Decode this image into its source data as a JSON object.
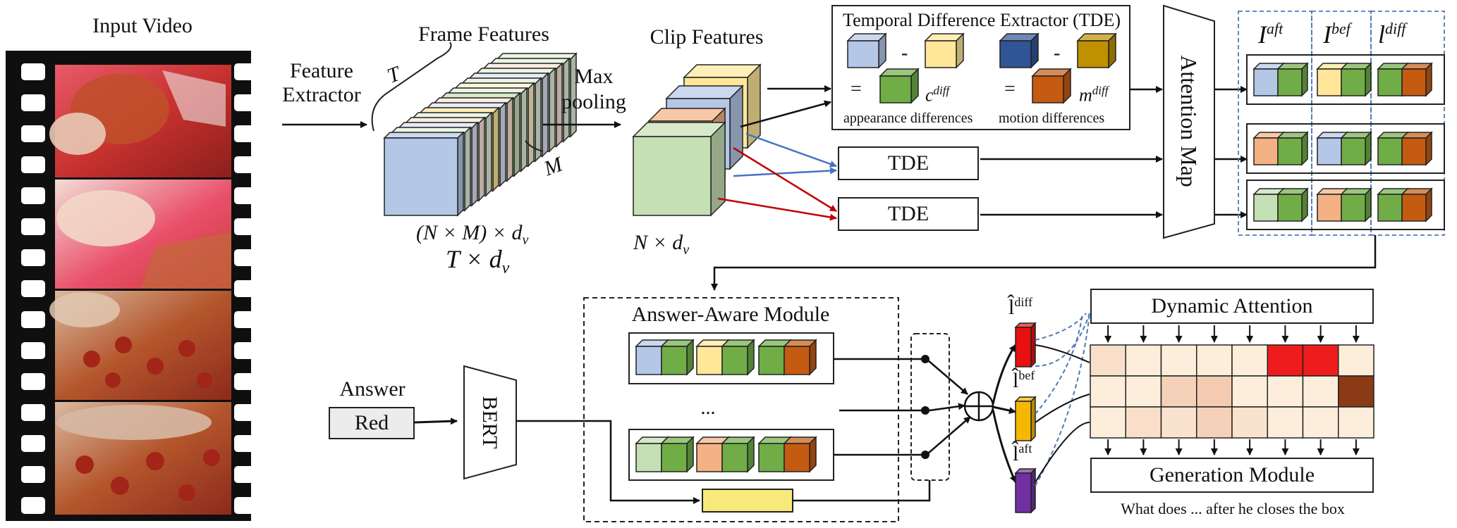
{
  "input_video": {
    "title": "Input Video"
  },
  "feature_extractor": {
    "line1": "Feature",
    "line2": "Extractor"
  },
  "frame_features": {
    "title": "Frame Features",
    "dim_t": "T",
    "dim_m": "M",
    "size1": "(N × M) × d",
    "size1_sub": "v",
    "size2": "T × d",
    "size2_sub": "v"
  },
  "max_pooling": {
    "line1": "Max",
    "line2": "pooling"
  },
  "clip_features": {
    "title": "Clip Features",
    "size": "N × d",
    "size_sub": "v"
  },
  "tde_panel": {
    "title": "Temporal Difference Extractor (TDE)",
    "minus": "-",
    "equals": "=",
    "c_diff": "c",
    "c_diff_sup": "diff",
    "m_diff": "m",
    "m_diff_sup": "diff",
    "appearance_label": "appearance differences",
    "motion_label": "motion differences"
  },
  "tde_boxes": [
    "TDE",
    "TDE"
  ],
  "attention_map": {
    "label": "Attention Map"
  },
  "output_columns": {
    "aft": {
      "base": "I",
      "sup": "aft"
    },
    "bef": {
      "base": "I",
      "sup": "bef"
    },
    "diff": {
      "base": "l",
      "sup": "diff"
    }
  },
  "answer": {
    "label": "Answer",
    "value": "Red"
  },
  "bert": {
    "label": "BERT"
  },
  "answer_aware": {
    "title": "Answer-Aware Module",
    "ellipsis": "..."
  },
  "feature_labels": {
    "l_diff": {
      "base": "l̂",
      "sup": "diff"
    },
    "l_bef": {
      "base": "l̂",
      "sup": "bef"
    },
    "l_aft": {
      "base": "l̂",
      "sup": "aft"
    }
  },
  "dynamic_attention": {
    "label": "Dynamic Attention"
  },
  "generation_module": {
    "label": "Generation Module"
  },
  "generated_text": "What does  ... after  he closes the box",
  "colors": {
    "blue_light": "#b4c7e7",
    "yellow_light": "#ffe699",
    "green": "#70ad47",
    "navy": "#2f5597",
    "gold": "#bf9000",
    "orange": "#c55a11",
    "salmon": "#f4b183",
    "mint": "#c5e0b4",
    "red": "#e81010",
    "amber": "#f5b800",
    "purple": "#7030a0",
    "bar_yellow": "#f8ea7a",
    "tde_blue_arrow": "#4472c4",
    "tde_red_arrow": "#c00000"
  },
  "heatmap": {
    "rows": 3,
    "cols": 8,
    "values": [
      [
        0.15,
        0.04,
        0.04,
        0.04,
        0.04,
        1.0,
        1.0,
        0.04
      ],
      [
        0.04,
        0.04,
        0.25,
        0.3,
        0.04,
        0.04,
        0.04,
        1.6
      ],
      [
        0.04,
        0.15,
        0.12,
        0.25,
        0.12,
        0.04,
        0.04,
        0.04
      ]
    ]
  }
}
